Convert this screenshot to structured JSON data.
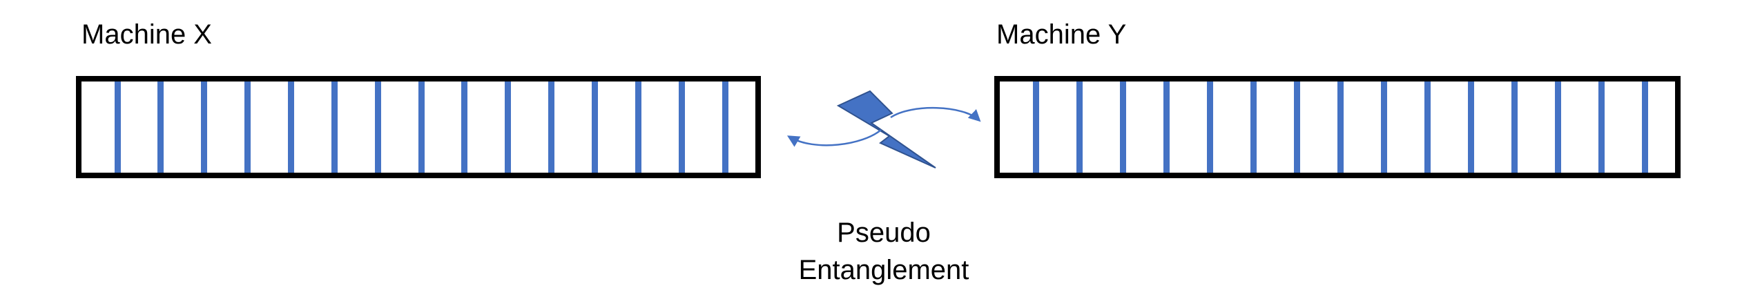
{
  "machines": [
    {
      "label": "Machine X",
      "slots": 15
    },
    {
      "label": "Machine Y",
      "slots": 15
    }
  ],
  "connector": {
    "label_line1": "Pseudo",
    "label_line2": "Entanglement",
    "icons": [
      "lightning-bolt-icon",
      "double-arrow-icon"
    ]
  },
  "colors": {
    "slot": "#4472c4",
    "box_border": "#000000",
    "bolt": "#4472c4"
  }
}
